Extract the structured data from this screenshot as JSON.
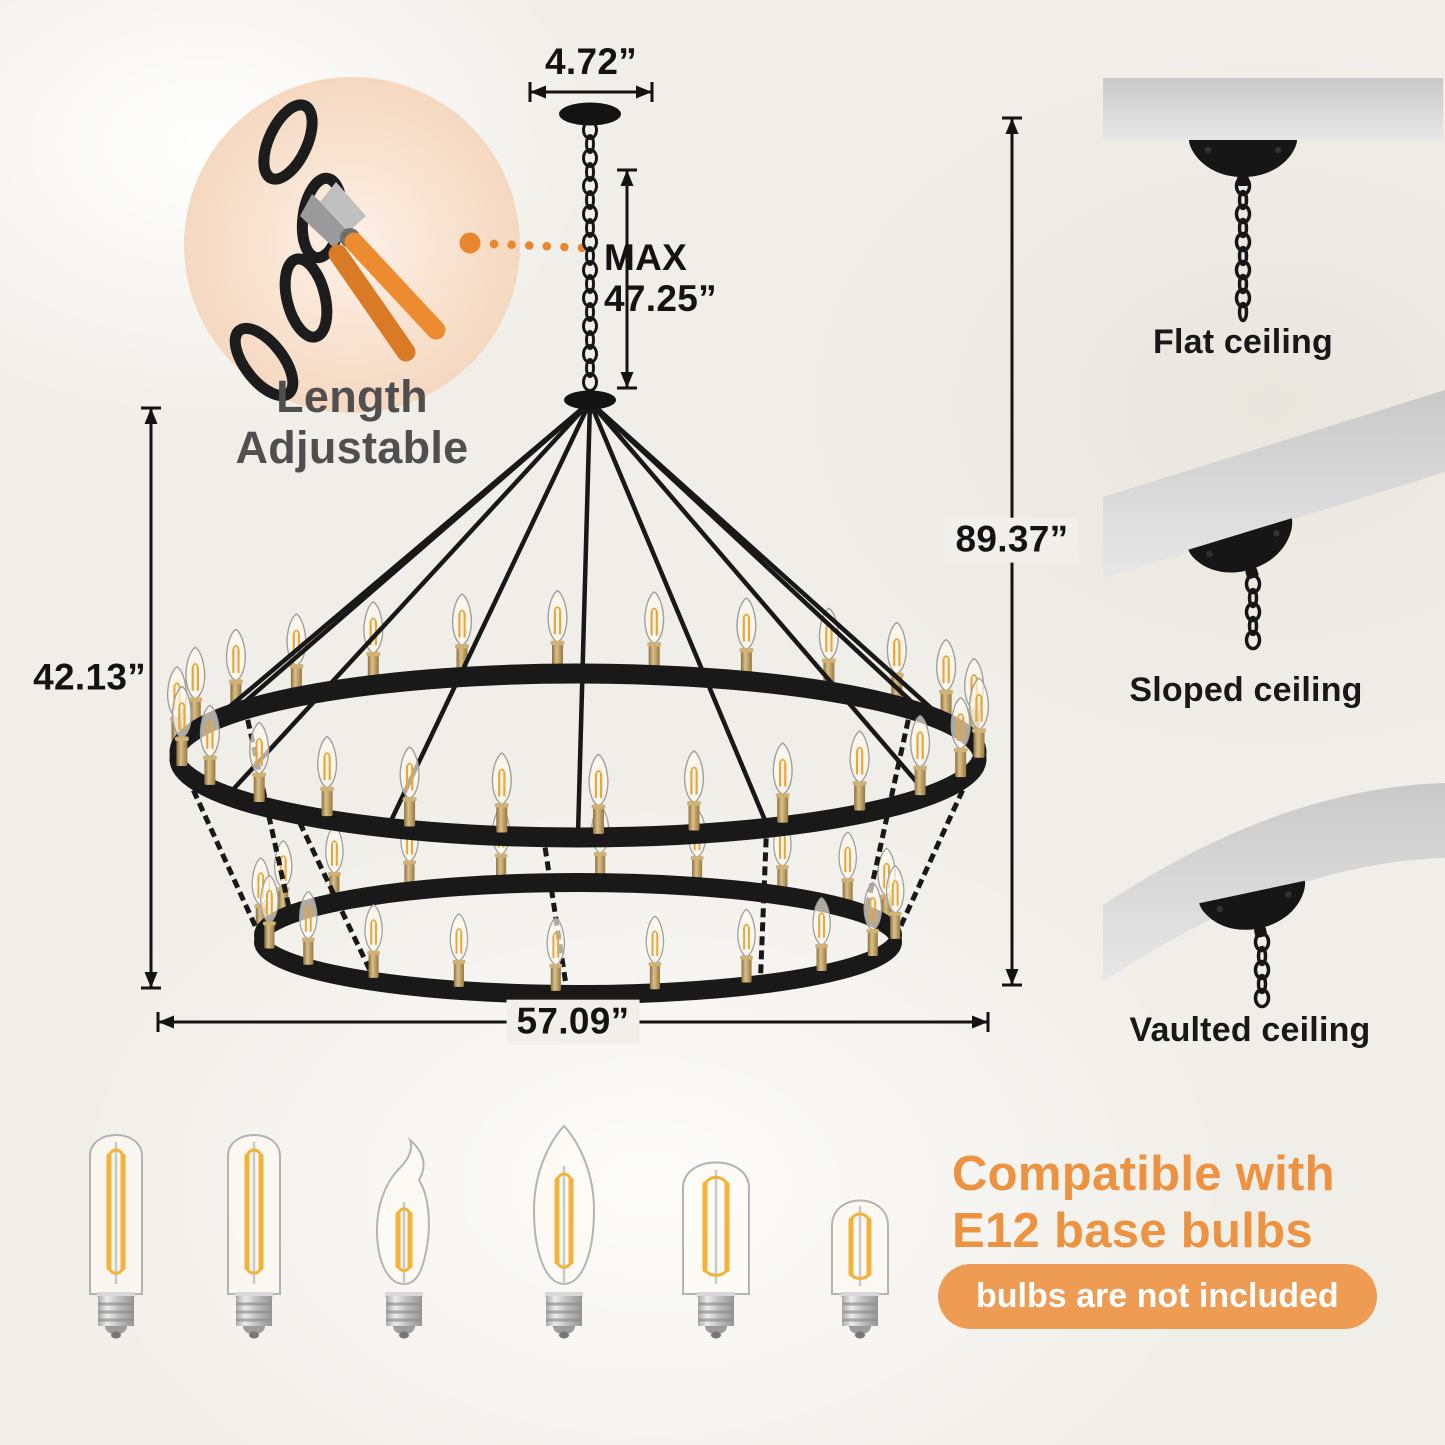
{
  "colors": {
    "accent_orange": "#ED9240",
    "pill_orange": "#EE9B54",
    "ink": "#131313"
  },
  "dimensions": {
    "canopy_width": "4.72”",
    "max_label": "MAX",
    "max_value": "47.25”",
    "total_height": "89.37”",
    "fixture_height": "42.13”",
    "fixture_width": "57.09”"
  },
  "adjustable": {
    "line1": "Length",
    "line2": "Adjustable"
  },
  "ceilings": {
    "flat": "Flat ceiling",
    "sloped": "Sloped ceiling",
    "vaulted": "Vaulted ceiling"
  },
  "bulbs": {
    "heading_line1": "Compatible with",
    "heading_line2": "E12 base bulbs",
    "badge": "bulbs are not included",
    "types": [
      "t6-tubular-bulb",
      "t6-tubular-bulb",
      "flame-tip-candelabra-bulb",
      "b11-candle-bulb",
      "t8-tubular-bulb",
      "t25-mini-tubular-bulb"
    ]
  }
}
